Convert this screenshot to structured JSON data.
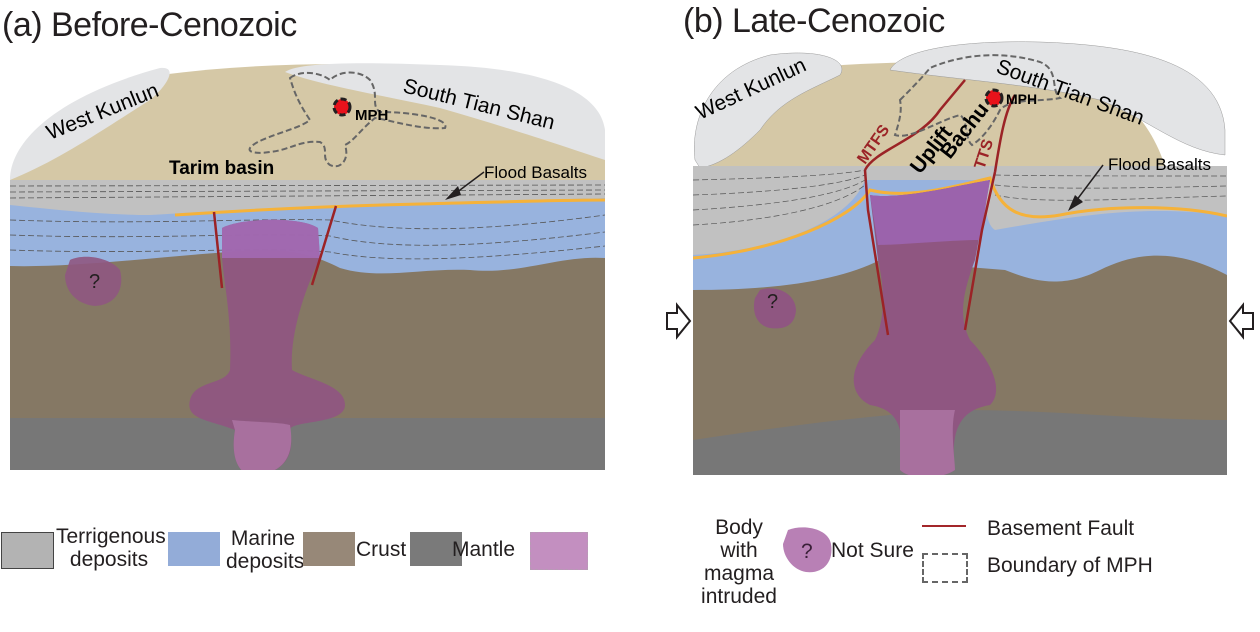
{
  "panels": [
    {
      "title": "(a) Before-Cenozoic",
      "labels": {
        "west": "West Kunlun",
        "east": "South Tian Shan",
        "basin": "Tarim basin",
        "mph": "MPH",
        "basalt": "Flood Basalts",
        "question": "?"
      }
    },
    {
      "title": "(b) Late-Cenozoic",
      "labels": {
        "west": "West Kunlun",
        "east": "South Tian Shan",
        "uplift1": "Bachu",
        "uplift2": "Uplift",
        "mtfs": "MTFS",
        "tts": "TTS",
        "mph": "MPH",
        "basalt": "Flood Basalts",
        "question": "?"
      }
    }
  ],
  "legend": [
    {
      "id": "terrigenous",
      "line1": "Terrigenous",
      "line2": "deposits",
      "color": "#b3b3b3"
    },
    {
      "id": "marine",
      "line1": "Marine",
      "line2": "deposits",
      "color": "#93acd8"
    },
    {
      "id": "crust",
      "line1": "Crust",
      "color": "#978878"
    },
    {
      "id": "mantle",
      "line1": "Mantle",
      "color": "#7a7a7a"
    },
    {
      "id": "magma",
      "line1": "Body with",
      "line2": "magma",
      "line3": "intruded",
      "color": "#c38fc0"
    },
    {
      "id": "notsure",
      "line1": "Not Sure",
      "symbol": "?",
      "color": "#b880b5"
    },
    {
      "id": "fault",
      "line1": "Basement Fault",
      "color": "#a3262a"
    },
    {
      "id": "mph",
      "line1": "Boundary of MPH",
      "color": "#666666"
    }
  ],
  "colors": {
    "plateau": "#d5c8a6",
    "mountain": "#e3e4e6",
    "terrigenous": "#c1c1c1",
    "marine": "#98b3de",
    "crust": "#857864",
    "mantle": "#777777",
    "magma": "#8f5681",
    "magmaLight": "#a8709e",
    "fault": "#9b2326",
    "basalt": "#f5b23a",
    "mphRed": "#e8121b"
  }
}
